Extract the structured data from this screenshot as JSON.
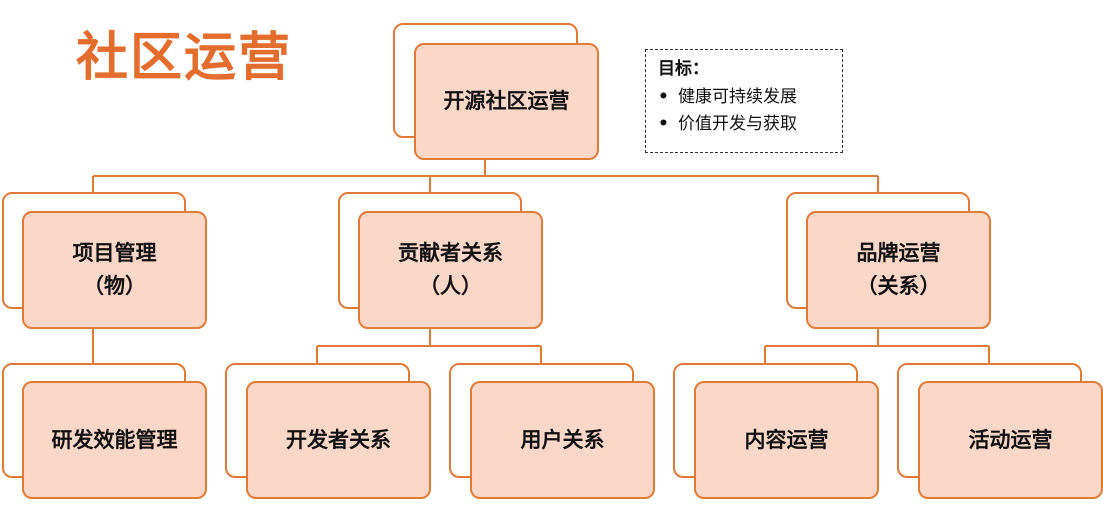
{
  "title": "社区运营",
  "goals": {
    "heading": "目标：",
    "items": [
      "健康可持续发展",
      "价值开发与获取"
    ]
  },
  "colors": {
    "accent": "#e46c2c",
    "node_fill": "#fbd7c8",
    "node_border": "#e07a37",
    "connector": "#e07a37"
  },
  "nodes": {
    "root": {
      "line1": "开源社区运营"
    },
    "project": {
      "line1": "项目管理",
      "line2": "（物）"
    },
    "contributors": {
      "line1": "贡献者关系",
      "line2": "（人）"
    },
    "brand": {
      "line1": "品牌运营",
      "line2": "（关系）"
    },
    "rd_efficiency": {
      "line1": "研发效能管理"
    },
    "developer_relations": {
      "line1": "开发者关系"
    },
    "user_relations": {
      "line1": "用户关系"
    },
    "content_ops": {
      "line1": "内容运营"
    },
    "event_ops": {
      "line1": "活动运营"
    }
  }
}
